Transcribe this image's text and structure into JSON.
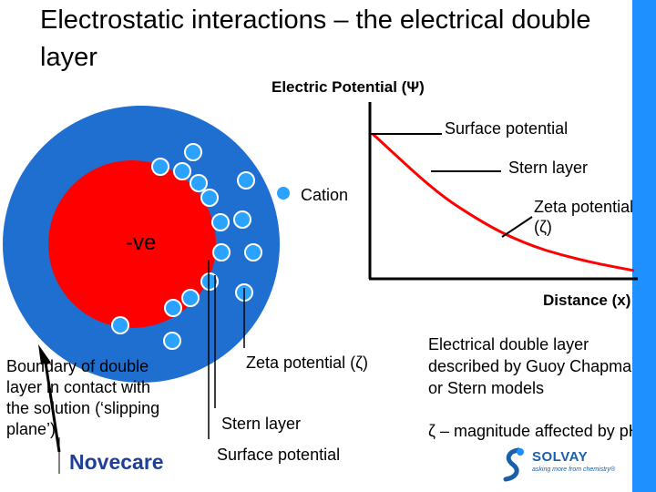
{
  "title": "Electrostatic interactions – the electrical double layer",
  "colors": {
    "accent": "#1e90ff",
    "outer_layer": "#1f6fd0",
    "particle_core": "#ff0000",
    "cation_fill": "#29a3ff",
    "curve": "#ff0000",
    "brand": "#1f3f99"
  },
  "graph": {
    "y_axis_label": "Electric Potential (Ψ)",
    "x_axis_label": "Distance (x)",
    "surface_potential_label": "Surface potential",
    "stern_layer_label": "Stern layer",
    "zeta_potential_label_line1": "Zeta potential",
    "zeta_potential_label_line2": "(ζ)"
  },
  "particle": {
    "core_label": "-ve",
    "legend_label": "Cation",
    "zeta_label": "Zeta potential (ζ)",
    "stern_label": "Stern layer",
    "surface_label": "Surface potential",
    "boundary_label_lines": [
      "Boundary of double",
      "layer in contact with",
      "the solution (‘slipping",
      "plane’)"
    ]
  },
  "notes": {
    "line1": "Electrical double layer",
    "line2": "described by Guoy Chapman",
    "line3": "or Stern models",
    "magnitude": "ζ – magnitude affected by pH"
  },
  "branding": {
    "novecare": "Novecare",
    "solvay": "SOLVAY",
    "solvay_tagline": "asking more from chemistry®"
  }
}
